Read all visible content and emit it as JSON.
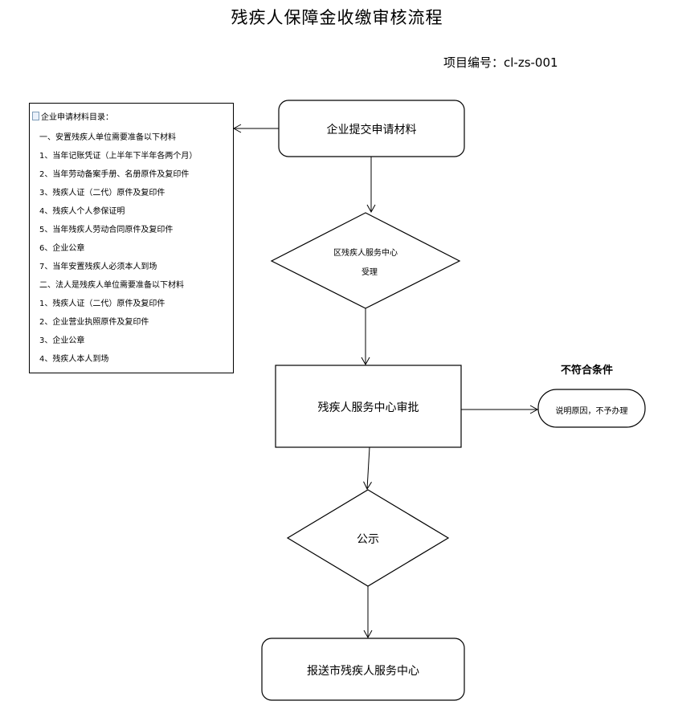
{
  "title": "残疾人保障金收缴审核流程",
  "project_no": "项目编号：cl-zs-001",
  "materials": {
    "heading": "企业申请材料目录：",
    "lines": [
      "一、安置残疾人单位需要准备以下材料",
      "1、当年记账凭证（上半年下半年各两个月）",
      "2、当年劳动备案手册、名册原件及复印件",
      "3、残疾人证（二代）原件及复印件",
      "4、残疾人个人参保证明",
      "5、当年残疾人劳动合同原件及复印件",
      "6、企业公章",
      "7、当年安置残疾人必须本人到场",
      "二、法人是残疾人单位需要准备以下材料",
      "1、残疾人证（二代）原件及复印件",
      "2、企业营业执照原件及复印件",
      "3、企业公章",
      "4、残疾人本人到场"
    ]
  },
  "nodes": {
    "submit": "企业提交申请材料",
    "accept_line1": "区残疾人服务中心",
    "accept_line2": "受理",
    "approve": "残疾人服务中心审批",
    "publicize": "公示",
    "report": "报送市残疾人服务中心",
    "reject": "说明原因，不予办理"
  },
  "edge_labels": {
    "not_qualified": "不符合条件"
  }
}
